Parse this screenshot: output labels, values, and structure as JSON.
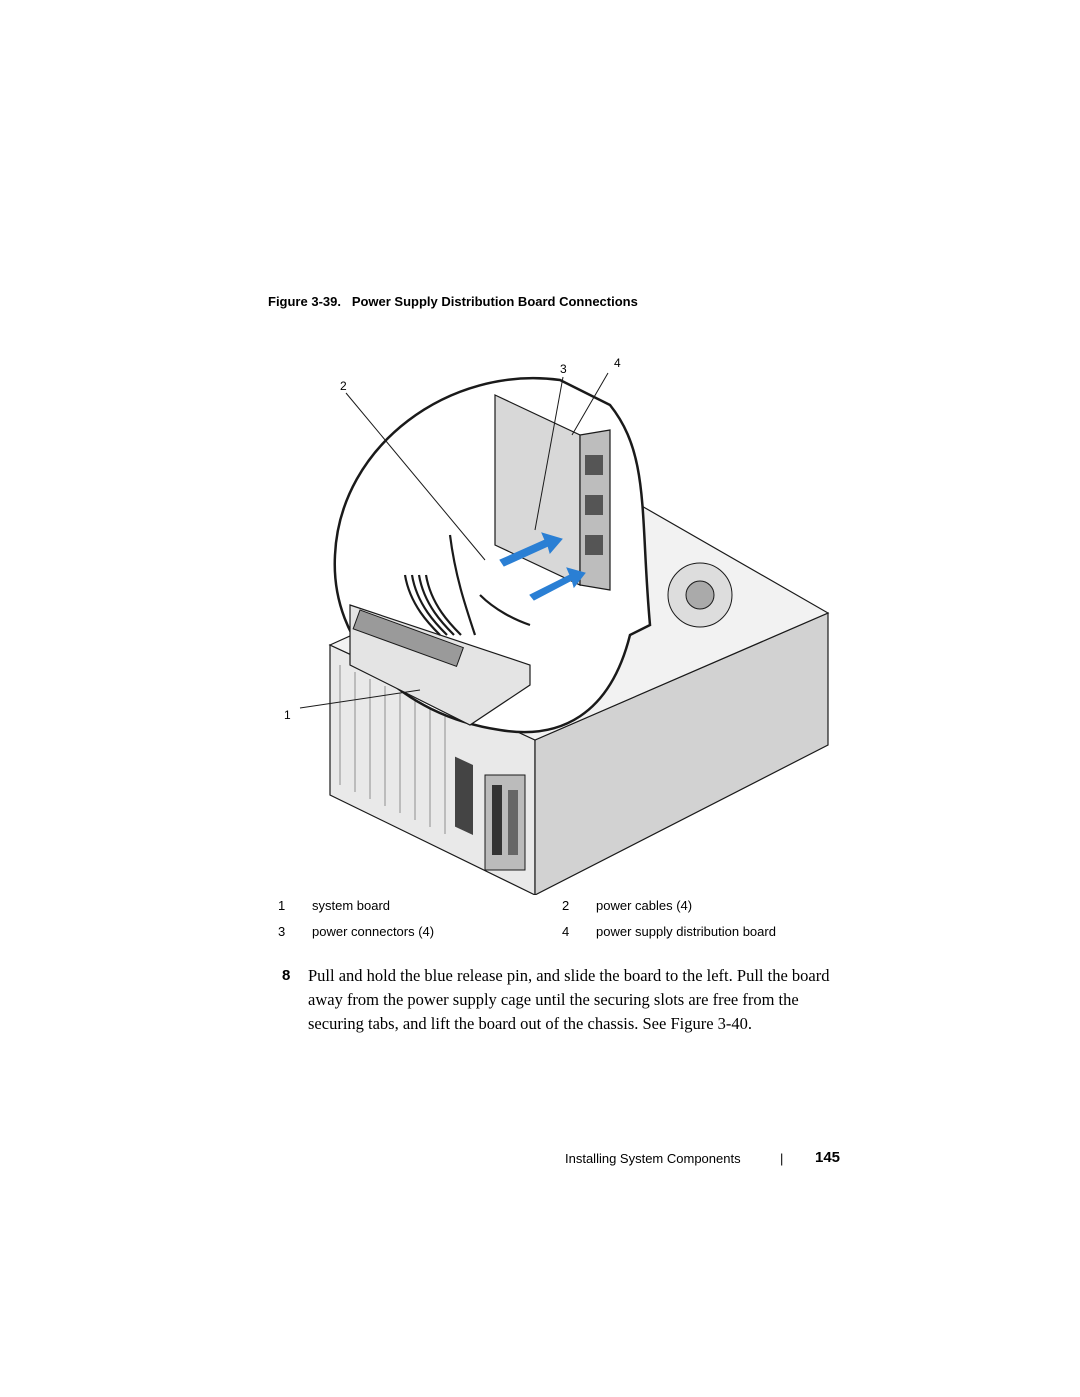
{
  "figure": {
    "caption_prefix": "Figure 3-39.",
    "caption_title": "Power Supply Distribution Board Connections",
    "callouts": [
      "1",
      "2",
      "3",
      "4"
    ]
  },
  "legend": [
    {
      "num": "1",
      "text": "system board"
    },
    {
      "num": "2",
      "text": "power cables (4)"
    },
    {
      "num": "3",
      "text": "power connectors (4)"
    },
    {
      "num": "4",
      "text": "power supply distribution board"
    }
  ],
  "step": {
    "number": "8",
    "text": "Pull and hold the blue release pin, and slide the board to the left. Pull the board away from the power supply cage until the securing slots are free from the securing tabs, and lift the board out of the chassis. See Figure 3-40."
  },
  "footer": {
    "section": "Installing System Components",
    "separator": "|",
    "page_number": "145"
  },
  "colors": {
    "arrow_blue": "#2a7fd4",
    "line_art": "#1a1a1a",
    "chassis_gray": "#cfcfcf"
  }
}
